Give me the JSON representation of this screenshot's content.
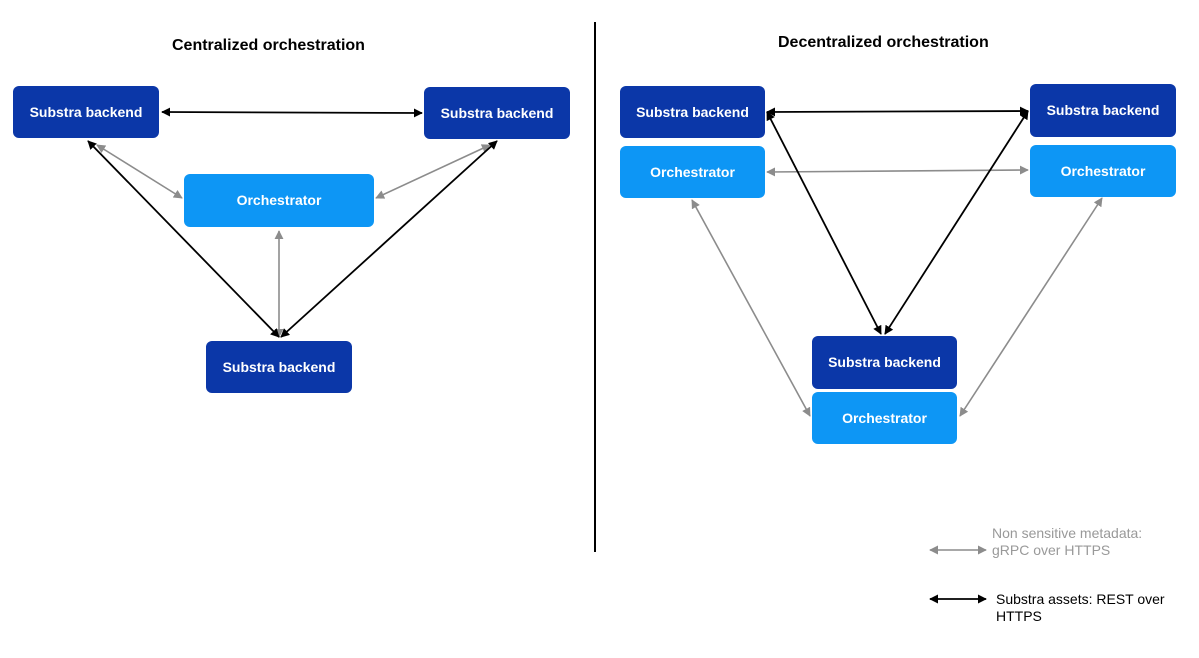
{
  "colors": {
    "backend": "#0b37a8",
    "orchestrator": "#0d96f5",
    "metadata_arrow": "#8c8c8c",
    "asset_arrow": "#000000"
  },
  "centralized": {
    "title": "Centralized orchestration",
    "backend_left": "Substra backend",
    "backend_right": "Substra backend",
    "orchestrator": "Orchestrator",
    "backend_bottom": "Substra backend"
  },
  "decentralized": {
    "title": "Decentralized orchestration",
    "left_backend": "Substra backend",
    "left_orchestrator": "Orchestrator",
    "right_backend": "Substra backend",
    "right_orchestrator": "Orchestrator",
    "bottom_backend": "Substra backend",
    "bottom_orchestrator": "Orchestrator"
  },
  "legend": {
    "metadata": "Non sensitive metadata: gRPC over HTTPS",
    "assets": "Substra assets: REST over HTTPS"
  }
}
